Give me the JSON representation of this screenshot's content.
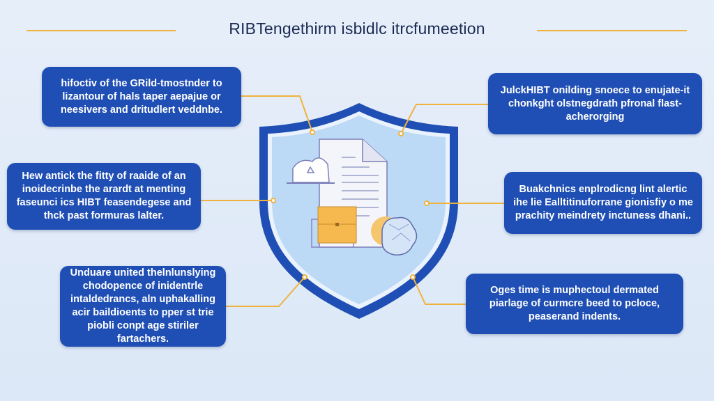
{
  "title": "RIBTengethirm isbidlc itrcfumeetion",
  "colors": {
    "background": "#e2ecf8",
    "box": "#1f4fb4",
    "accent": "#f0b23c",
    "shield_outer": "#1f4fb4",
    "shield_inner": "#bcd9f5"
  },
  "boxes": [
    {
      "text": "hifoctiv of the GRild-tmostnder to lizantour of hals taper aepajue or neesivers and dritudlert veddnbe."
    },
    {
      "text": "Hew antick the fitty of raaide of an inoidecrinbe the arardt at menting faseunci ics HIBT feasendegese and thck past formuras lalter."
    },
    {
      "text": "Unduare united thelnlunslying chodopence of inidentrle intaldedrancs, aln uphakalling acir baildioents to pper st trie piobli conpt age stiriler fartachers."
    },
    {
      "text": "JulckHIBT onilding snoece to enujate-it chonkght olstnegdrath pfronal flast-acherorging"
    },
    {
      "text": "Buakchnics enplrodicng lint alertic ihe lie Ealltitinuforrane gionisfiy o me prachity meindrety inctuness dhani.."
    },
    {
      "text": "Oges time is muphectoul dermated piarlage of curmcre beed to pcloce, peaserand indents."
    }
  ],
  "icons": [
    "shield-icon",
    "document-icon",
    "cloud-icon",
    "briefcase-icon",
    "crumpled-paper-icon"
  ]
}
